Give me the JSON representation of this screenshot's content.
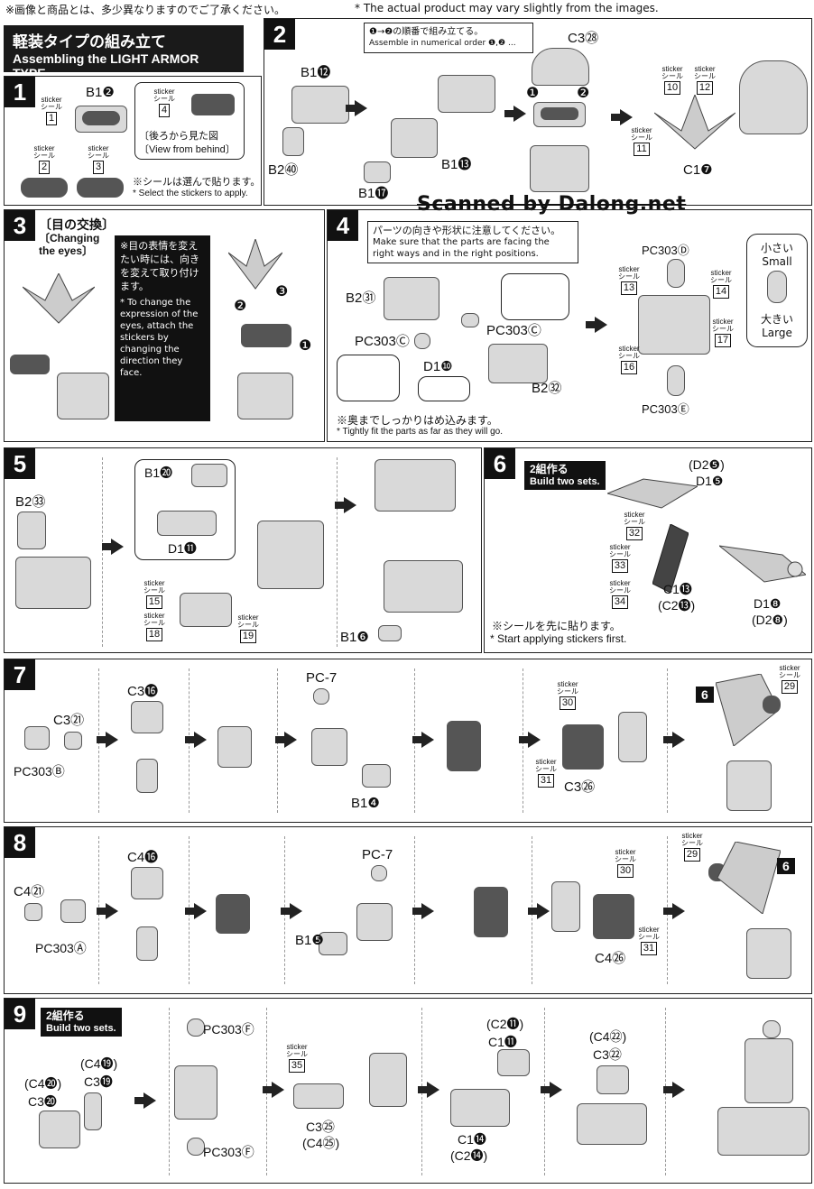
{
  "header": {
    "jp_notice": "※画像と商品とは、多少異なりますのでご了承ください。",
    "en_notice": "* The actual product may vary slightly from the images."
  },
  "title": {
    "jp": "軽装タイプの組み立て",
    "en": "Assembling the LIGHT ARMOR TYPE"
  },
  "watermark": "Scanned by Dalong.net",
  "sticker_word": "sticker",
  "sticker_jp": "シール",
  "step1": {
    "num": "1",
    "b1": "B1❷",
    "sticker1": "1",
    "sticker2": "2",
    "sticker3": "3",
    "sticker4": "4",
    "behind_jp": "〔後ろから見た図",
    "behind_en": "〔View from behind〕",
    "note_jp": "※シールは選んで貼ります。",
    "note_en": "* Select the stickers to apply."
  },
  "step2": {
    "num": "2",
    "order_jp": "❶→❷の順番で組み立てる。",
    "order_en": "Assemble in numerical order ❶,❷ ...",
    "b1_12": "B1⓬",
    "b2_40": "B2㊵",
    "b1_13": "B1⓭",
    "b1_17": "B1⓱",
    "c3_28": "C3㉘",
    "c1_7": "C1❼",
    "s10": "10",
    "s11": "11",
    "s12": "12",
    "n1": "❶",
    "n2": "❷"
  },
  "step3": {
    "num": "3",
    "title_jp": "〔目の交換〕",
    "title_en": "〔Changing the eyes〕",
    "note_jp": "※目の表情を変えたい時には、向きを変えて取り付けます。",
    "note_en": "* To change the expression of the eyes, attach the stickers by changing the direction they face.",
    "n1": "❶",
    "n2": "❷",
    "n3": "❸"
  },
  "step4": {
    "num": "4",
    "notice_jp": "パーツの向きや形状に注意してください。",
    "notice_en": "Make sure that the parts are facing the right ways and in the right positions.",
    "b2_31": "B2㉛",
    "pc303c_a": "PC303Ⓒ",
    "pc303c_b": "PC303Ⓒ",
    "d1_10": "D1❿",
    "b2_32": "B2㉜",
    "pc303d": "PC303Ⓓ",
    "pc303e": "PC303Ⓔ",
    "s13": "13",
    "s14": "14",
    "s16": "16",
    "s17": "17",
    "small_jp": "小さい",
    "small_en": "Small",
    "large_jp": "大きい",
    "large_en": "Large",
    "fit_jp": "※奥までしっかりはめ込みます。",
    "fit_en": "* Tightly fit the parts as far as they will go."
  },
  "step5": {
    "num": "5",
    "b2_33": "B2㉝",
    "b1_20": "B1⓴",
    "d1_11": "D1⓫",
    "b1_6": "B1❻",
    "s15": "15",
    "s18": "18",
    "s19": "19"
  },
  "step6": {
    "num": "6",
    "badge_jp": "2組作る",
    "badge_en": "Build two sets.",
    "d2_5": "(D2❺)",
    "d1_5": "D1❺",
    "c1_13": "C1⓭",
    "c2_13": "(C2⓭)",
    "d1_8": "D1❽",
    "d2_8": "(D2❽)",
    "s32": "32",
    "s33": "33",
    "s34": "34",
    "note_jp": "※シールを先に貼ります。",
    "note_en": "* Start applying stickers first."
  },
  "step7": {
    "num": "7",
    "c3_21": "C3㉑",
    "pc303b": "PC303Ⓑ",
    "c3_16": "C3⓰",
    "pc7": "PC-7",
    "b1_4": "B1❹",
    "s30": "30",
    "s31": "31",
    "s29": "29",
    "c3_26": "C3㉖",
    "ref6": "6"
  },
  "step8": {
    "num": "8",
    "c4_21": "C4㉑",
    "pc303a": "PC303Ⓐ",
    "c4_16": "C4⓰",
    "pc7": "PC-7",
    "b1_5": "B1❺",
    "s30": "30",
    "s31": "31",
    "s29": "29",
    "c4_26": "C4㉖",
    "ref6": "6"
  },
  "step9": {
    "num": "9",
    "badge_jp": "2組作る",
    "badge_en": "Build two sets.",
    "c4_19": "(C4⓳)",
    "c3_19": "C3⓳",
    "c4_20": "(C4⓴)",
    "c3_20": "C3⓴",
    "pc303f_top": "PC303Ⓕ",
    "pc303f_bottom": "PC303Ⓕ",
    "s35": "35",
    "c3_25": "C3㉕",
    "c4_25": "(C4㉕)",
    "c2_11": "(C2⓫)",
    "c1_11": "C1⓫",
    "c1_14": "C1⓮",
    "c2_14": "(C2⓮)",
    "c4_22": "(C4㉒)",
    "c3_22": "C3㉒"
  }
}
